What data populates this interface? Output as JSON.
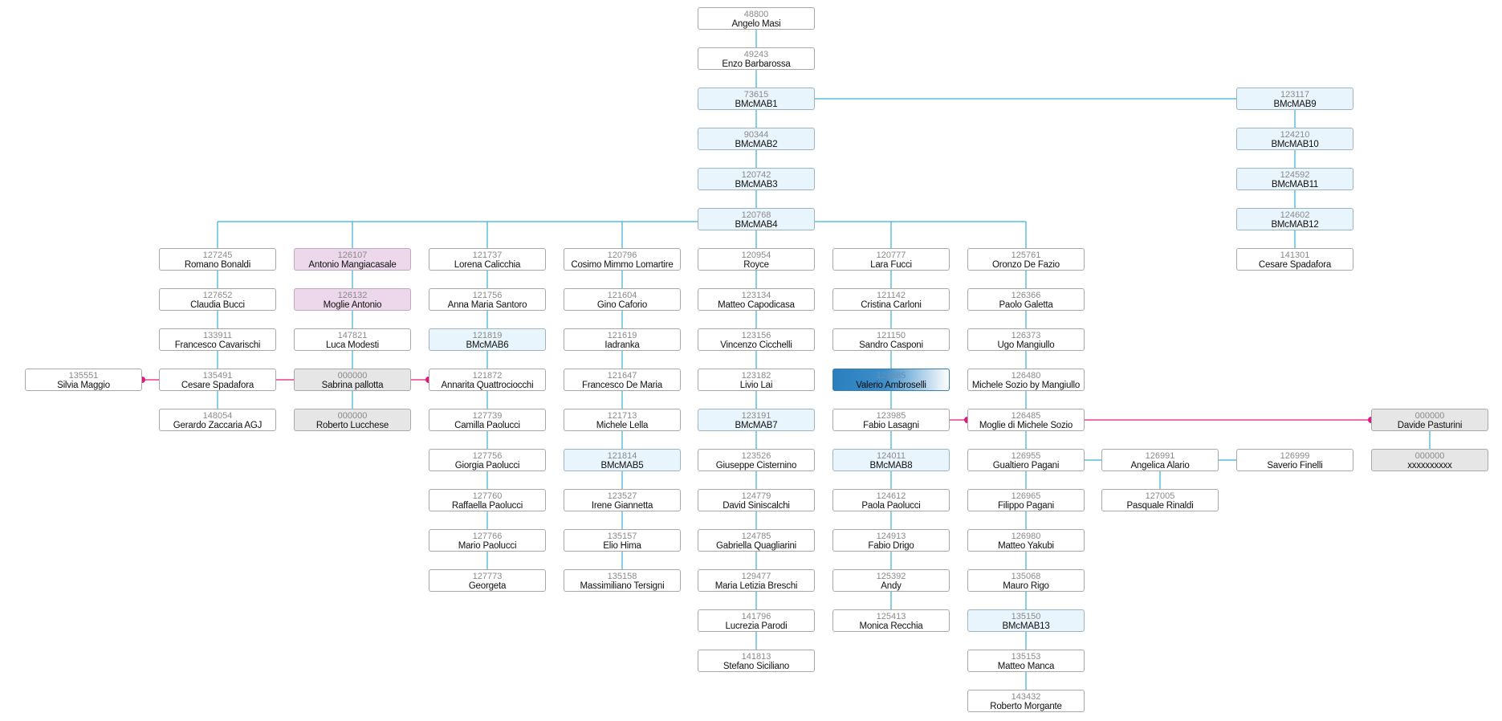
{
  "colors": {
    "link": "#39b1d6",
    "spouse": "#e0197d"
  },
  "nodes": [
    {
      "key": "n48800",
      "id": "48800",
      "name": "Angelo Masi",
      "style": "white"
    },
    {
      "key": "n49243",
      "id": "49243",
      "name": "Enzo Barbarossa",
      "style": "white"
    },
    {
      "key": "n73615",
      "id": "73615",
      "name": "BMcMAB1",
      "style": "blue"
    },
    {
      "key": "n90344",
      "id": "90344",
      "name": "BMcMAB2",
      "style": "blue"
    },
    {
      "key": "n120742",
      "id": "120742",
      "name": "BMcMAB3",
      "style": "blue"
    },
    {
      "key": "n120768",
      "id": "120768",
      "name": "BMcMAB4",
      "style": "blue"
    },
    {
      "key": "n123117",
      "id": "123117",
      "name": "BMcMAB9",
      "style": "blue"
    },
    {
      "key": "n124210",
      "id": "124210",
      "name": "BMcMAB10",
      "style": "blue"
    },
    {
      "key": "n124592",
      "id": "124592",
      "name": "BMcMAB11",
      "style": "blue"
    },
    {
      "key": "n124602",
      "id": "124602",
      "name": "BMcMAB12",
      "style": "blue"
    },
    {
      "key": "n141301",
      "id": "141301",
      "name": "Cesare Spadafora",
      "style": "white"
    },
    {
      "key": "n127245",
      "id": "127245",
      "name": "Romano Bonaldi",
      "style": "white"
    },
    {
      "key": "n127652",
      "id": "127652",
      "name": "Claudia Bucci",
      "style": "white"
    },
    {
      "key": "n133911",
      "id": "133911",
      "name": "Francesco Cavarischi",
      "style": "white"
    },
    {
      "key": "n135491",
      "id": "135491",
      "name": "Cesare Spadafora",
      "style": "white"
    },
    {
      "key": "n148054",
      "id": "148054",
      "name": "Gerardo Zaccaria AGJ",
      "style": "white"
    },
    {
      "key": "n135551",
      "id": "135551",
      "name": "Silvia Maggio",
      "style": "white"
    },
    {
      "key": "n126107",
      "id": "126107",
      "name": "Antonio Mangiacasale",
      "style": "pink"
    },
    {
      "key": "n126132",
      "id": "126132",
      "name": "Moglie Antonio",
      "style": "pink"
    },
    {
      "key": "n147821",
      "id": "147821",
      "name": "Luca Modesti",
      "style": "white"
    },
    {
      "key": "n000000a",
      "id": "000000",
      "name": "Sabrina pallotta",
      "style": "gray"
    },
    {
      "key": "n000000b",
      "id": "000000",
      "name": "Roberto Lucchese",
      "style": "gray"
    },
    {
      "key": "n121737",
      "id": "121737",
      "name": "Lorena Calicchia",
      "style": "white"
    },
    {
      "key": "n121756",
      "id": "121756",
      "name": "Anna Maria Santoro",
      "style": "white"
    },
    {
      "key": "n121819",
      "id": "121819",
      "name": "BMcMAB6",
      "style": "blue"
    },
    {
      "key": "n121872",
      "id": "121872",
      "name": "Annarita Quattrociocchi",
      "style": "white"
    },
    {
      "key": "n127739",
      "id": "127739",
      "name": "Camilla Paolucci",
      "style": "white"
    },
    {
      "key": "n127756",
      "id": "127756",
      "name": "Giorgia Paolucci",
      "style": "white"
    },
    {
      "key": "n127760",
      "id": "127760",
      "name": "Raffaella Paolucci",
      "style": "white"
    },
    {
      "key": "n127766",
      "id": "127766",
      "name": "Mario Paolucci",
      "style": "white"
    },
    {
      "key": "n127773",
      "id": "127773",
      "name": "Georgeta",
      "style": "white"
    },
    {
      "key": "n120796",
      "id": "120796",
      "name": "Cosimo Mimmo Lomartire",
      "style": "white"
    },
    {
      "key": "n121604",
      "id": "121604",
      "name": "Gino Caforio",
      "style": "white"
    },
    {
      "key": "n121619",
      "id": "121619",
      "name": "Iadranka",
      "style": "white"
    },
    {
      "key": "n121647",
      "id": "121647",
      "name": "Francesco De Maria",
      "style": "white"
    },
    {
      "key": "n121713",
      "id": "121713",
      "name": "Michele Lella",
      "style": "white"
    },
    {
      "key": "n121814",
      "id": "121814",
      "name": "BMcMAB5",
      "style": "blue"
    },
    {
      "key": "n123527",
      "id": "123527",
      "name": "Irene Giannetta",
      "style": "white"
    },
    {
      "key": "n135157",
      "id": "135157",
      "name": "Elio Hima",
      "style": "white"
    },
    {
      "key": "n135158",
      "id": "135158",
      "name": "Massimiliano Tersigni",
      "style": "white"
    },
    {
      "key": "n120954",
      "id": "120954",
      "name": "Royce",
      "style": "white"
    },
    {
      "key": "n123134",
      "id": "123134",
      "name": "Matteo Capodicasa",
      "style": "white"
    },
    {
      "key": "n123156",
      "id": "123156",
      "name": "Vincenzo Cicchelli",
      "style": "white"
    },
    {
      "key": "n123182",
      "id": "123182",
      "name": "Livio Lai",
      "style": "white"
    },
    {
      "key": "n123191",
      "id": "123191",
      "name": "BMcMAB7",
      "style": "blue"
    },
    {
      "key": "n123526",
      "id": "123526",
      "name": "Giuseppe Cisternino",
      "style": "white"
    },
    {
      "key": "n124779",
      "id": "124779",
      "name": "David Siniscalchi",
      "style": "white"
    },
    {
      "key": "n124785",
      "id": "124785",
      "name": "Gabriella Quagliarini",
      "style": "white"
    },
    {
      "key": "n129477",
      "id": "129477",
      "name": "Maria Letizia Breschi",
      "style": "white"
    },
    {
      "key": "n141796",
      "id": "141796",
      "name": "Lucrezia Parodi",
      "style": "white"
    },
    {
      "key": "n141813",
      "id": "141813",
      "name": "Stefano Siciliano",
      "style": "white"
    },
    {
      "key": "n120777",
      "id": "120777",
      "name": "Lara Fucci",
      "style": "white"
    },
    {
      "key": "n121142",
      "id": "121142",
      "name": "Cristina Carloni",
      "style": "white"
    },
    {
      "key": "n121150",
      "id": "121150",
      "name": "Sandro Casponi",
      "style": "white"
    },
    {
      "key": "n121685",
      "id": "121685",
      "name": "Valerio Ambroselli",
      "style": "selected"
    },
    {
      "key": "n123985",
      "id": "123985",
      "name": "Fabio Lasagni",
      "style": "white"
    },
    {
      "key": "n124011",
      "id": "124011",
      "name": "BMcMAB8",
      "style": "blue"
    },
    {
      "key": "n124612",
      "id": "124612",
      "name": "Paola Paolucci",
      "style": "white"
    },
    {
      "key": "n124913",
      "id": "124913",
      "name": "Fabio Drigo",
      "style": "white"
    },
    {
      "key": "n125392",
      "id": "125392",
      "name": "Andy",
      "style": "white"
    },
    {
      "key": "n125413",
      "id": "125413",
      "name": "Monica Recchia",
      "style": "white"
    },
    {
      "key": "n125761",
      "id": "125761",
      "name": "Oronzo De Fazio",
      "style": "white"
    },
    {
      "key": "n126366",
      "id": "126366",
      "name": "Paolo Galetta",
      "style": "white"
    },
    {
      "key": "n126373",
      "id": "126373",
      "name": "Ugo Mangiullo",
      "style": "white"
    },
    {
      "key": "n126480",
      "id": "126480",
      "name": "Michele Sozio by Mangiullo",
      "style": "white"
    },
    {
      "key": "n126485",
      "id": "126485",
      "name": "Moglie di Michele Sozio",
      "style": "white"
    },
    {
      "key": "n126955",
      "id": "126955",
      "name": "Gualtiero Pagani",
      "style": "white"
    },
    {
      "key": "n126965",
      "id": "126965",
      "name": "Filippo Pagani",
      "style": "white"
    },
    {
      "key": "n126980",
      "id": "126980",
      "name": "Matteo Yakubi",
      "style": "white"
    },
    {
      "key": "n135068",
      "id": "135068",
      "name": "Mauro Rigo",
      "style": "white"
    },
    {
      "key": "n135150",
      "id": "135150",
      "name": "BMcMAB13",
      "style": "blue"
    },
    {
      "key": "n135153",
      "id": "135153",
      "name": "Matteo Manca",
      "style": "white"
    },
    {
      "key": "n143432",
      "id": "143432",
      "name": "Roberto Morgante",
      "style": "white"
    },
    {
      "key": "n126991",
      "id": "126991",
      "name": "Angelica Alario",
      "style": "white"
    },
    {
      "key": "n127005",
      "id": "127005",
      "name": "Pasquale Rinaldi",
      "style": "white"
    },
    {
      "key": "n126999",
      "id": "126999",
      "name": "Saverio Finelli",
      "style": "white"
    },
    {
      "key": "n000000c",
      "id": "000000",
      "name": "Davide Pasturini",
      "style": "gray"
    },
    {
      "key": "n000000d",
      "id": "000000",
      "name": "xxxxxxxxxx",
      "style": "gray"
    }
  ]
}
